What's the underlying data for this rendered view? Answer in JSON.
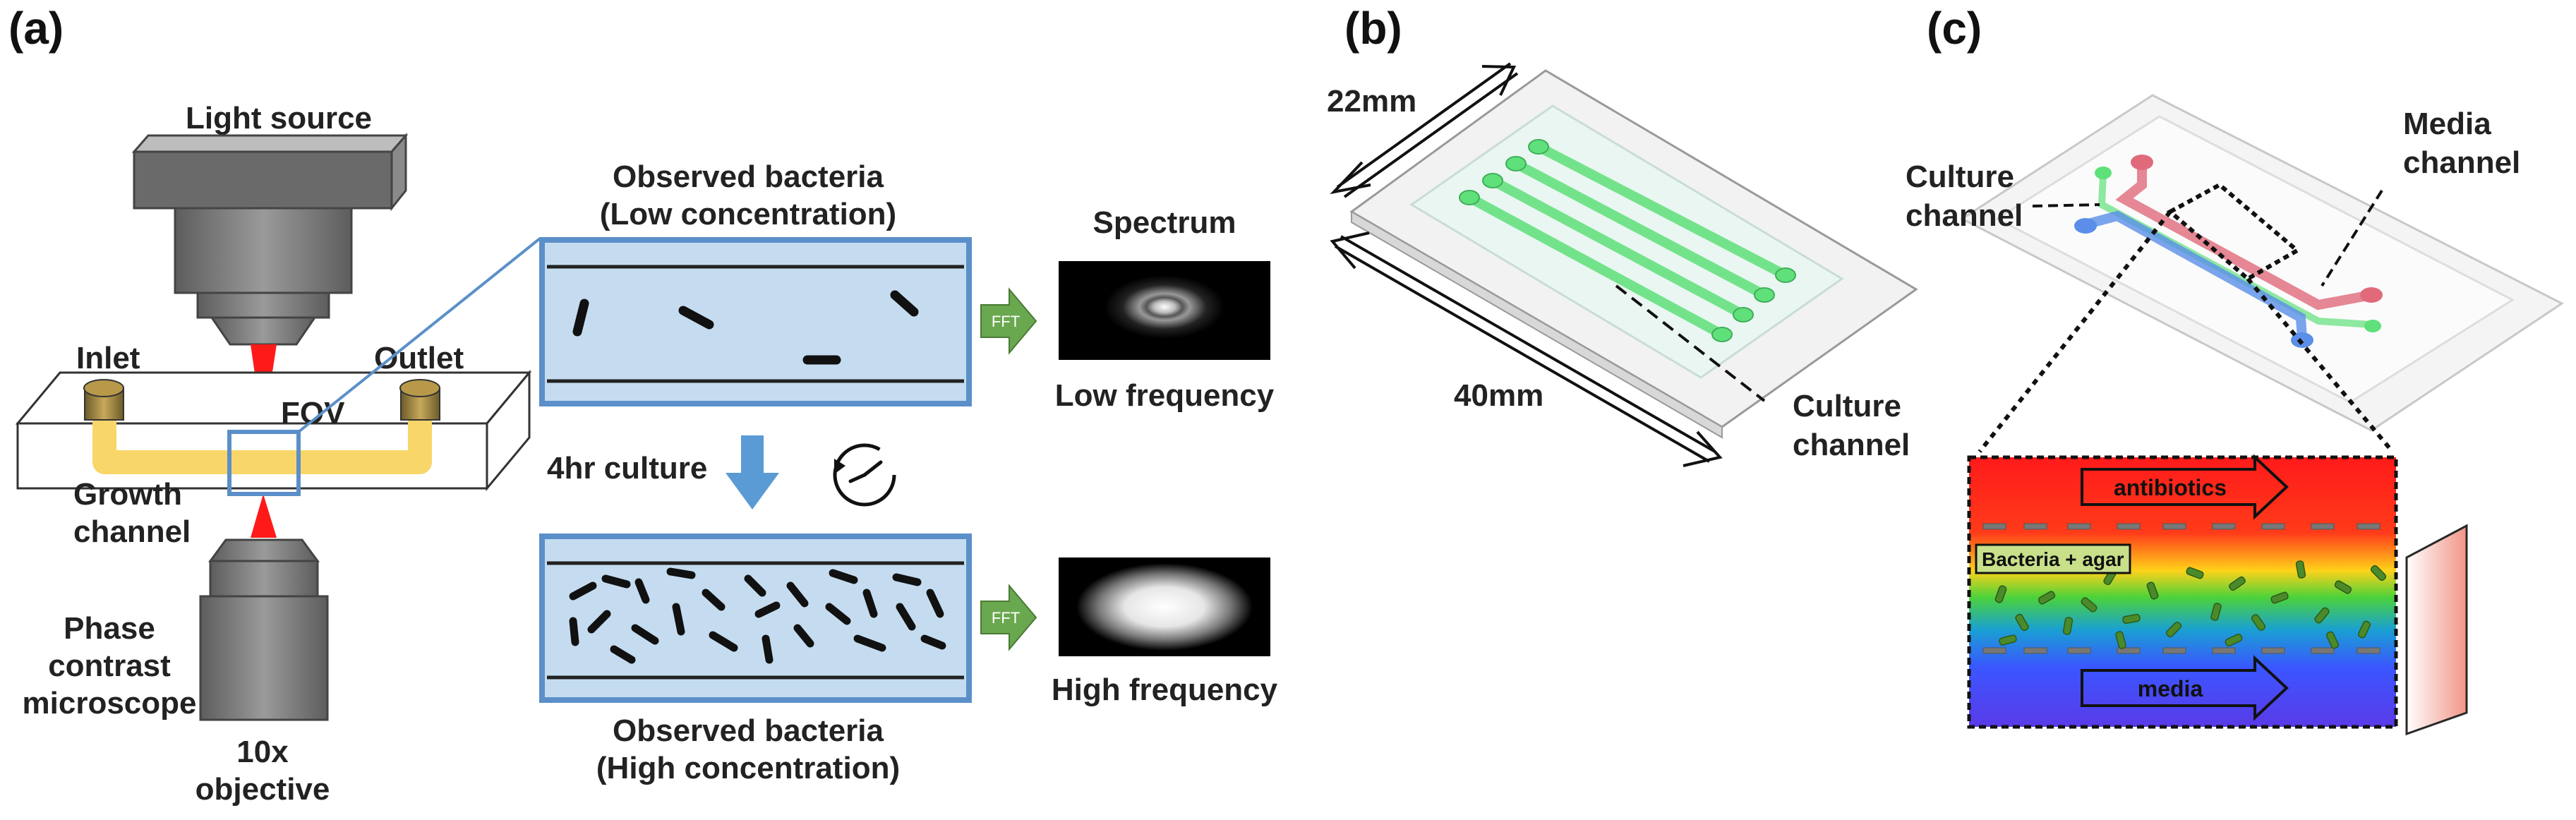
{
  "panels": {
    "a": "(a)",
    "b": "(b)",
    "c": "(c)"
  },
  "panel_a": {
    "light_source": "Light source",
    "inlet": "Inlet",
    "outlet": "Outlet",
    "fov": "FOV",
    "growth_channel": [
      "Growth",
      "channel"
    ],
    "microscope": [
      "Phase",
      "contrast",
      "microscope"
    ],
    "objective": [
      "10x",
      "objective"
    ],
    "observed_low": [
      "Observed bacteria",
      "(Low concentration)"
    ],
    "observed_high": [
      "Observed bacteria",
      "(High concentration)"
    ],
    "culture_step": "4hr culture",
    "spectrum": "Spectrum",
    "fft_label": "FFT",
    "low_frequency": "Low frequency",
    "high_frequency": "High frequency"
  },
  "panel_b": {
    "width_dim": "22mm",
    "length_dim": "40mm",
    "culture_channel": [
      "Culture",
      "channel"
    ]
  },
  "panel_c": {
    "culture_channel": [
      "Culture",
      "channel"
    ],
    "media_channel": [
      "Media",
      "channel"
    ],
    "antibiotics": "antibiotics",
    "bacteria_agar": "Bacteria + agar",
    "media": "media"
  },
  "colors": {
    "channel_yellow": "#f8d66a",
    "fov_blue": "#5b8fc9",
    "view_fill": "#c5dcf0",
    "fft_green": "#6aa84f",
    "laser_red": "#ff1a1a",
    "chip_green": "#5fe07a",
    "media_red": "#e06a7a",
    "culture_blue": "#5a8ee8"
  }
}
